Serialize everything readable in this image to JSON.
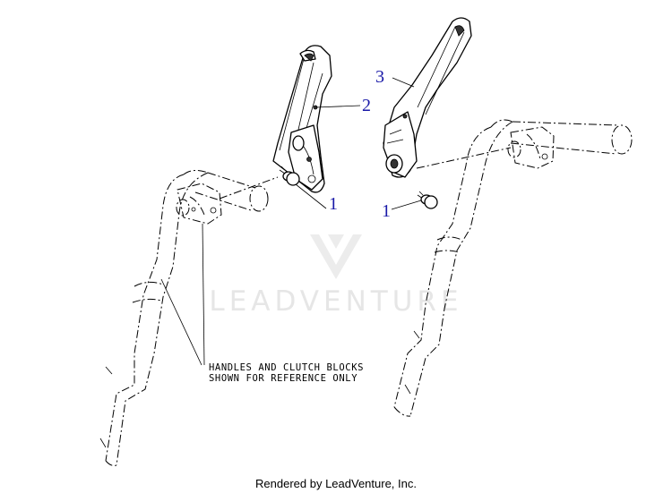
{
  "callouts": {
    "c1_left": "1",
    "c1_right": "1",
    "c2": "2",
    "c3": "3"
  },
  "note": {
    "line1": "HANDLES AND CLUTCH BLOCKS",
    "line2": "SHOWN FOR REFERENCE ONLY"
  },
  "watermark": "LEADVENTURE",
  "footer": "Rendered by LeadVenture, Inc.",
  "colors": {
    "callout": "#1a1aa8",
    "line": "#000000",
    "watermark": "#e6e6e6"
  }
}
